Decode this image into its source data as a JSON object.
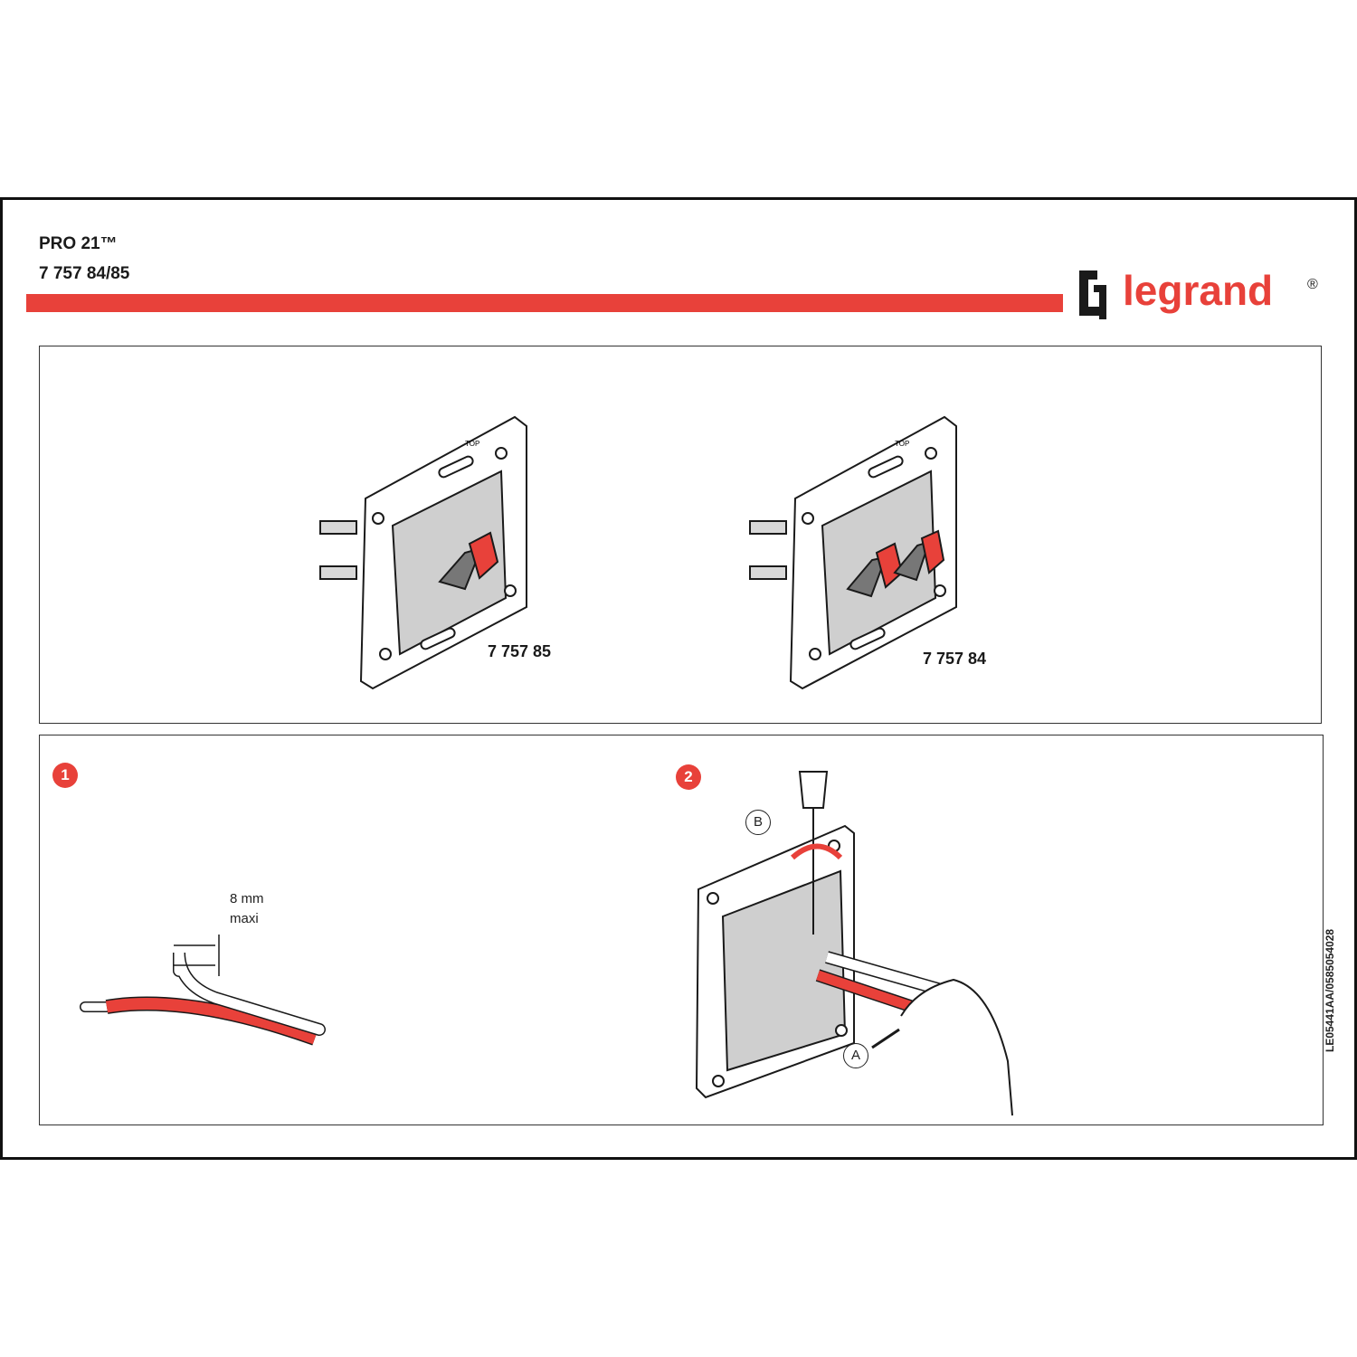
{
  "header": {
    "product": "PRO 21™",
    "reference": "7 757 84/85",
    "brand": "legrand",
    "brand_mark": "®"
  },
  "colors": {
    "accent": "#e8413a",
    "line": "#1a1a1a",
    "fill": "#cfcfcf"
  },
  "products": [
    {
      "code": "7 757 85"
    },
    {
      "code": "7 757 84"
    }
  ],
  "steps": [
    {
      "number": "1",
      "strip_length": "8 mm",
      "strip_note": "maxi"
    },
    {
      "number": "2",
      "marker_a": "A",
      "marker_b": "B"
    }
  ],
  "footer": {
    "document_ref": "LE05441AA/0585054028"
  }
}
